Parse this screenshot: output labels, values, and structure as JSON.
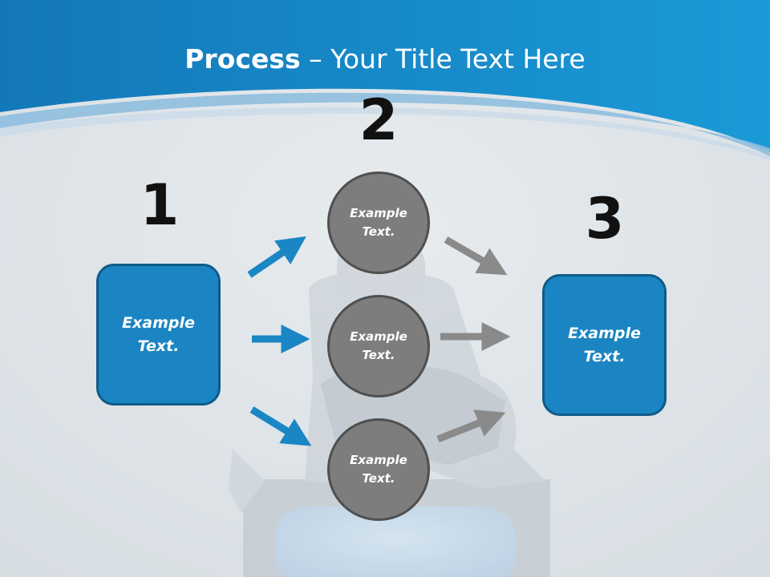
{
  "header": {
    "title_bold": "Process",
    "title_rest": " – Your Title Text Here"
  },
  "steps": {
    "one": "1",
    "two": "2",
    "three": "3"
  },
  "boxes": {
    "left": "Example Text.",
    "right": "Example Text."
  },
  "circles": {
    "top": "Example Text.",
    "middle": "Example Text.",
    "bottom": "Example Text."
  },
  "colors": {
    "header_blue": "#1b8bcc",
    "box_fill": "#1a85c2",
    "blue_arrow": "#1a86c4",
    "gray_arrow": "#8a8a8a",
    "circle_fill": "#7d7d7d"
  }
}
